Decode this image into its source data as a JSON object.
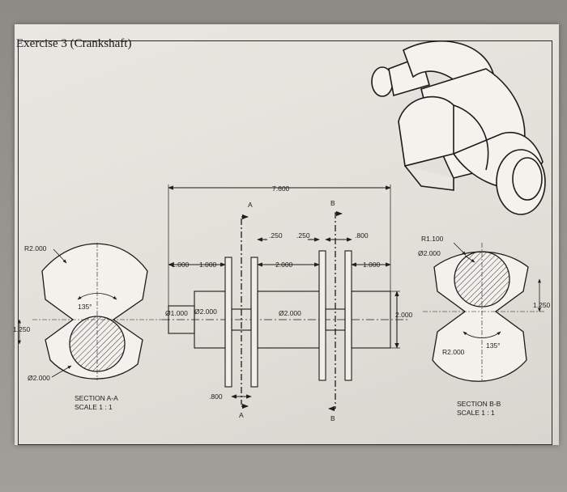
{
  "title": "Exercise 3 (Crankshaft)",
  "dimensions": {
    "overall_length": "7.600",
    "gap_a": ".250",
    "gap_b": ".250",
    "web_b": ".800",
    "len_1a": "1.000",
    "len_1b": "1.000",
    "len_2": "2.000",
    "len_3": "1.000",
    "dia_end": "Ø1.000",
    "dia_left": "Ø2.000",
    "dia_mid": "Ø2.000",
    "height_right": "2.000",
    "web_a": ".800"
  },
  "section_a": {
    "marker": "A",
    "radius": "R2.000",
    "angle": "135°",
    "offset": "1.250",
    "diameter": "Ø2.000",
    "caption_line1": "SECTION A-A",
    "caption_line2": "SCALE 1 : 1"
  },
  "section_b": {
    "marker": "B",
    "radius_small": "R1.100",
    "diameter": "Ø2.000",
    "offset": "1.250",
    "angle": "135°",
    "radius_large": "R2.000",
    "caption_line1": "SECTION B-B",
    "caption_line2": "SCALE 1 : 1"
  }
}
